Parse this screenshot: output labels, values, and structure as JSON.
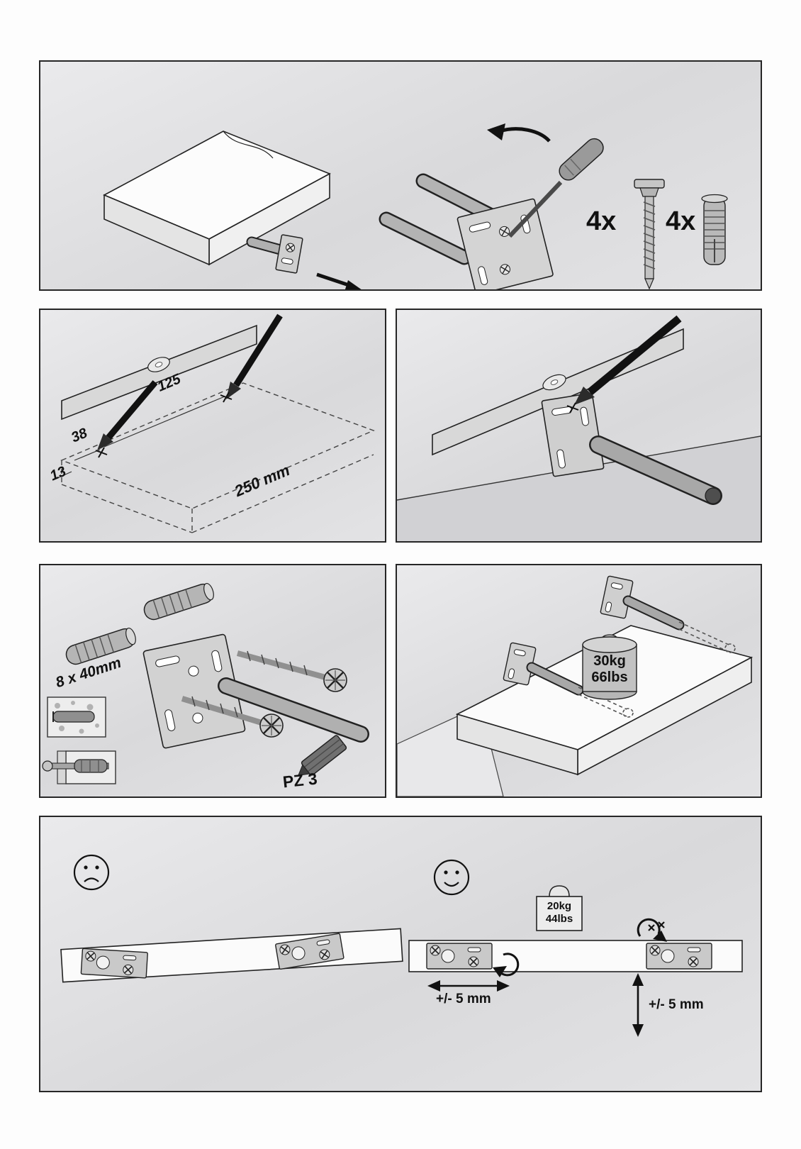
{
  "colors": {
    "panel_bg": "#e0e0e2",
    "ink": "#1a1a1a"
  },
  "step1": {
    "screws_qty": "4x",
    "plugs_qty": "4x"
  },
  "step2": {
    "dim_hole_spacing": "125",
    "dim_back_offset": "38",
    "dim_side_offset": "13",
    "dim_depth": "250 mm"
  },
  "step4": {
    "plug_size": "8 x 40mm",
    "bit_label": "PZ 3"
  },
  "step5": {
    "max_load_kg": "30kg",
    "max_load_lbs": "66lbs"
  },
  "step6": {
    "test_load_kg": "20kg",
    "test_load_lbs": "44lbs",
    "adjust_horizontal": "+/- 5 mm",
    "adjust_vertical": "+/- 5 mm"
  }
}
